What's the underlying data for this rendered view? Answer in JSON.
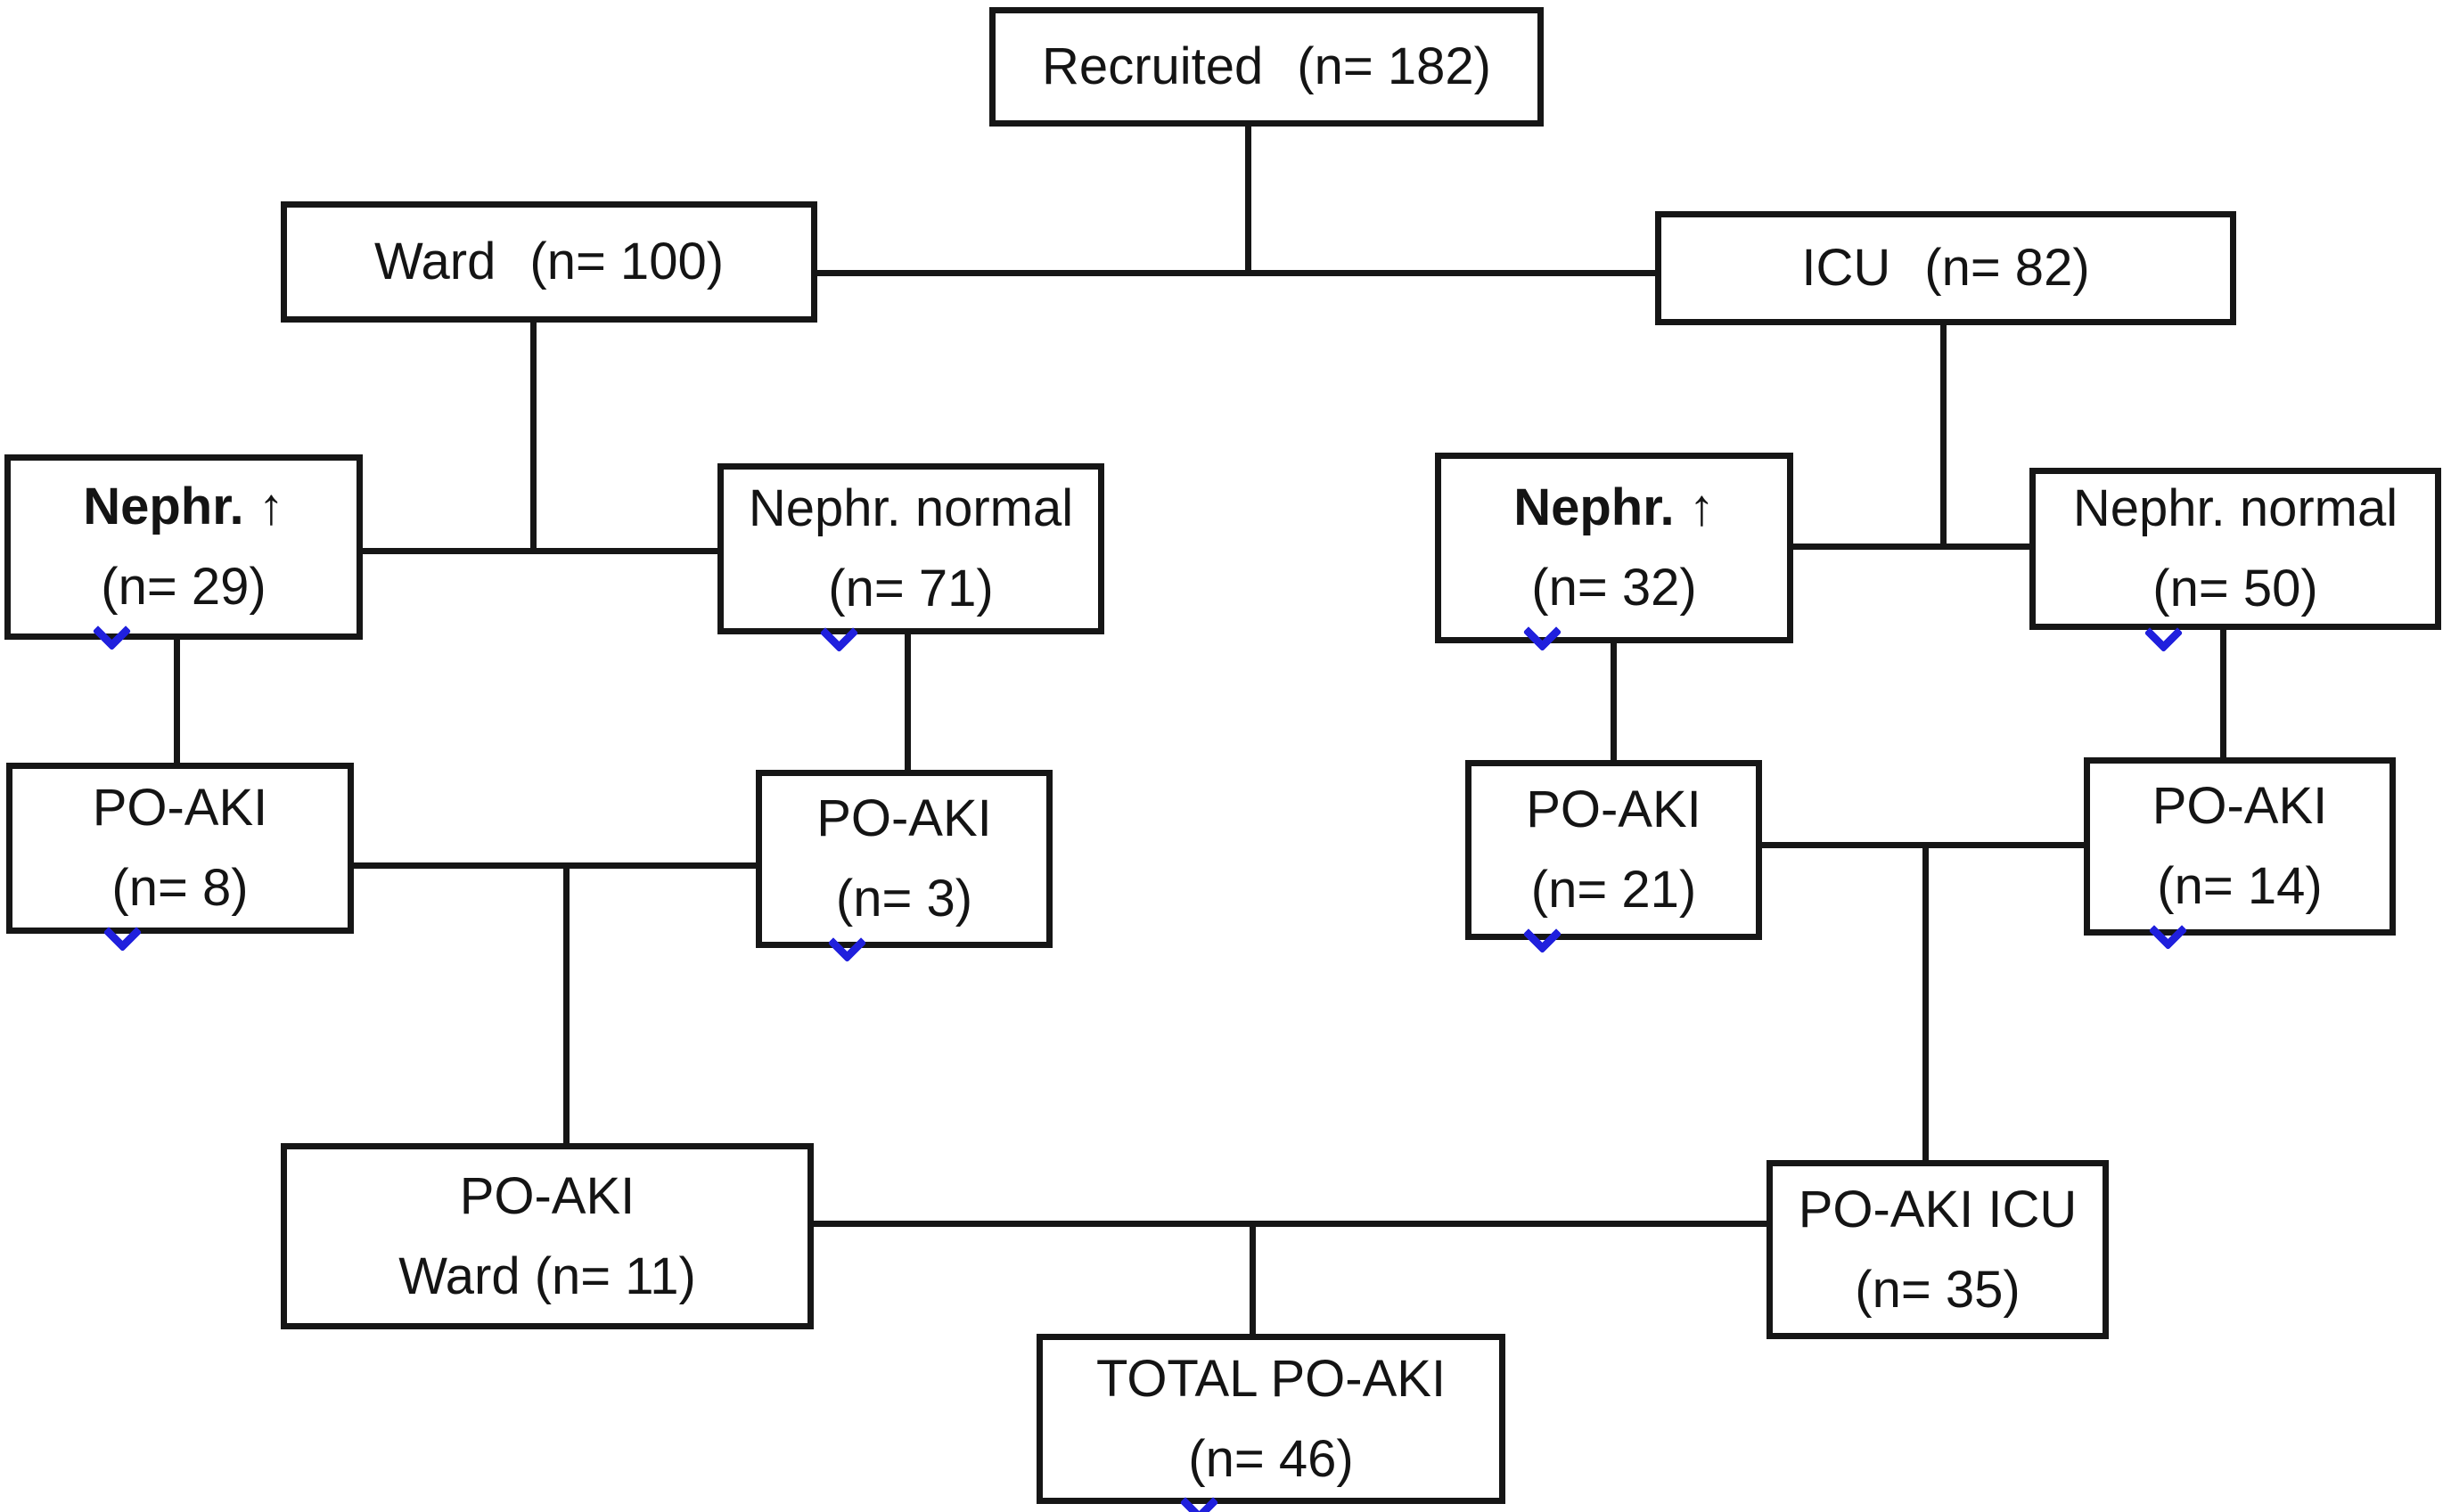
{
  "colors": {
    "line": "#161616",
    "border": "#161616",
    "text": "#141414",
    "arrow": "#2020dd",
    "background": "#ffffff"
  },
  "icons": {
    "blue_down_arrow": "chevron-down"
  },
  "nodes": {
    "recruited": {
      "label": "Recruited",
      "count": "(n= 182)"
    },
    "ward": {
      "label": "Ward",
      "count": "(n= 100)"
    },
    "icu": {
      "label": "ICU",
      "count": "(n= 82)"
    },
    "nephr_up_ward": {
      "label": "Nephr. ↑",
      "count": "(n= 29)"
    },
    "nephr_normal_ward": {
      "label": "Nephr. normal",
      "count": "(n= 71)"
    },
    "nephr_up_icu": {
      "label": "Nephr. ↑",
      "count": "(n= 32)"
    },
    "nephr_normal_icu": {
      "label": "Nephr. normal",
      "count": "(n= 50)"
    },
    "po_aki_ward_nephr_up": {
      "label": "PO-AKI",
      "count": "(n= 8)"
    },
    "po_aki_ward_nephr_normal": {
      "label": "PO-AKI",
      "count": "(n= 3)"
    },
    "po_aki_icu_nephr_up": {
      "label": "PO-AKI",
      "count": "(n= 21)"
    },
    "po_aki_icu_nephr_normal": {
      "label": "PO-AKI",
      "count": "(n= 14)"
    },
    "po_aki_ward_total": {
      "label": "PO-AKI",
      "count": "Ward (n= 11)"
    },
    "po_aki_icu_total": {
      "label": "PO-AKI ICU",
      "count": "(n= 35)"
    },
    "total_po_aki": {
      "label": "TOTAL PO-AKI",
      "count": "(n= 46)"
    }
  },
  "edges": [
    {
      "from": "recruited",
      "to": "ward"
    },
    {
      "from": "recruited",
      "to": "icu"
    },
    {
      "from": "ward",
      "to": "nephr_up_ward"
    },
    {
      "from": "ward",
      "to": "nephr_normal_ward"
    },
    {
      "from": "icu",
      "to": "nephr_up_icu"
    },
    {
      "from": "icu",
      "to": "nephr_normal_icu"
    },
    {
      "from": "nephr_up_ward",
      "to": "po_aki_ward_nephr_up"
    },
    {
      "from": "nephr_normal_ward",
      "to": "po_aki_ward_nephr_normal"
    },
    {
      "from": "nephr_up_icu",
      "to": "po_aki_icu_nephr_up"
    },
    {
      "from": "nephr_normal_icu",
      "to": "po_aki_icu_nephr_normal"
    },
    {
      "from": "po_aki_ward_nephr_up",
      "to": "po_aki_ward_total"
    },
    {
      "from": "po_aki_ward_nephr_normal",
      "to": "po_aki_ward_total"
    },
    {
      "from": "po_aki_icu_nephr_up",
      "to": "po_aki_icu_total"
    },
    {
      "from": "po_aki_icu_nephr_normal",
      "to": "po_aki_icu_total"
    },
    {
      "from": "po_aki_ward_total",
      "to": "total_po_aki"
    },
    {
      "from": "po_aki_icu_total",
      "to": "total_po_aki"
    }
  ]
}
